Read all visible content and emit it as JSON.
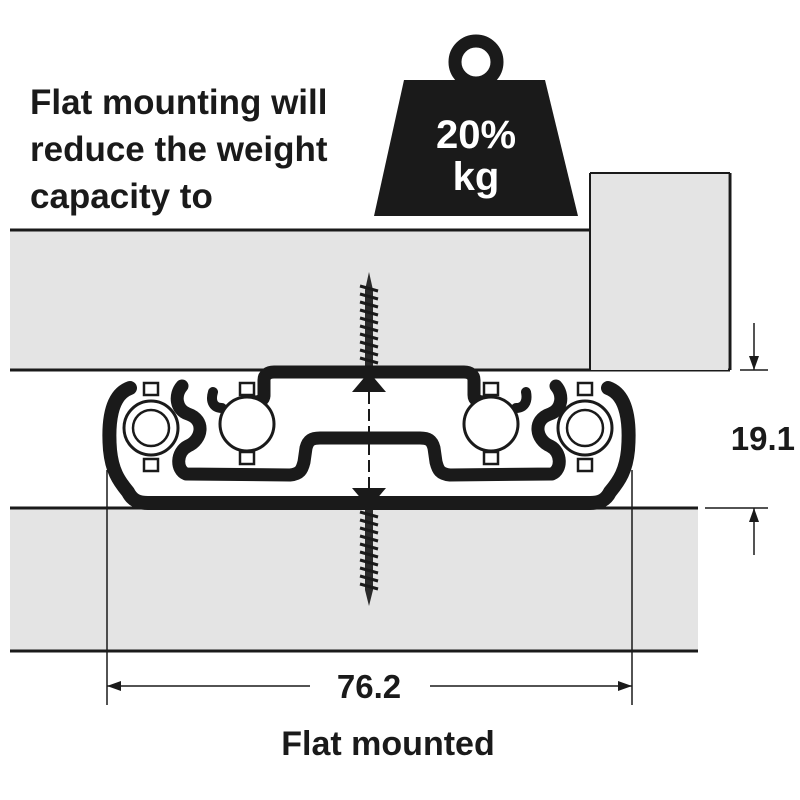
{
  "note": {
    "lines": [
      "Flat mounting will",
      "reduce the weight",
      "capacity to"
    ]
  },
  "weight": {
    "percent": "20%",
    "unit": "kg"
  },
  "dimensions": {
    "height": "19.1",
    "width": "76.2"
  },
  "caption": "Flat mounted",
  "colors": {
    "panel": "#e4e4e4",
    "line": "#1a1a1a",
    "weight": "#1a1a1a",
    "background": "#ffffff"
  },
  "icons": {
    "weight": "weight-icon",
    "screw": "screw-icon",
    "bearing": "ball-bearing-icon",
    "arrow": "dimension-arrow-icon"
  }
}
